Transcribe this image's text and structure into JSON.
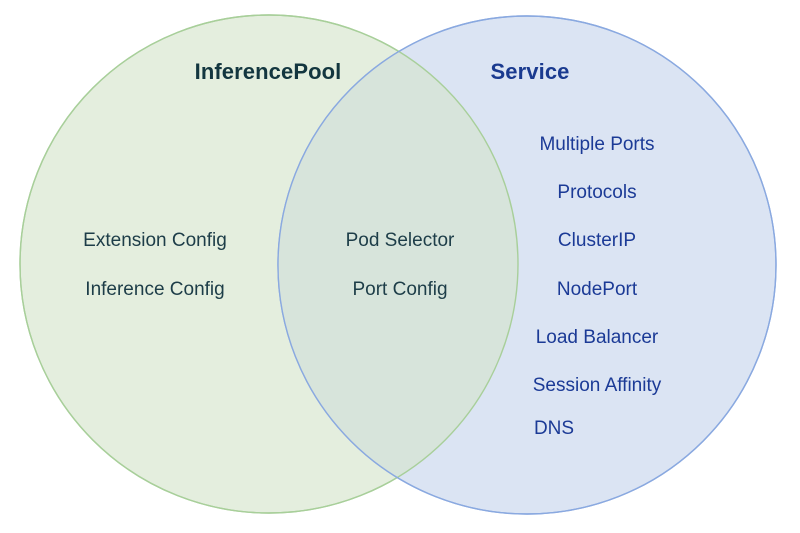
{
  "diagram": {
    "type": "venn",
    "background_color": "#ffffff",
    "left_set": {
      "title": "InferencePool",
      "title_color": "#13363f",
      "fill_color": "#e4eede",
      "stroke_color": "#a8cf9a",
      "items": [
        "Extension Config",
        "Inference Config"
      ],
      "item_color": "#1d3d48"
    },
    "right_set": {
      "title": "Service",
      "title_color": "#1a3a8f",
      "fill_color": "#d9e3f2",
      "stroke_color": "#8aa9e0",
      "items": [
        "Multiple Ports",
        "Protocols",
        "ClusterIP",
        "NodePort",
        "Load Balancer",
        "Session Affinity",
        "DNS"
      ],
      "item_color": "#1b3a96"
    },
    "intersection": {
      "fill_color": "#d7e4db",
      "items": [
        "Pod Selector",
        "Port Config"
      ],
      "item_color": "#1d3d48"
    }
  }
}
